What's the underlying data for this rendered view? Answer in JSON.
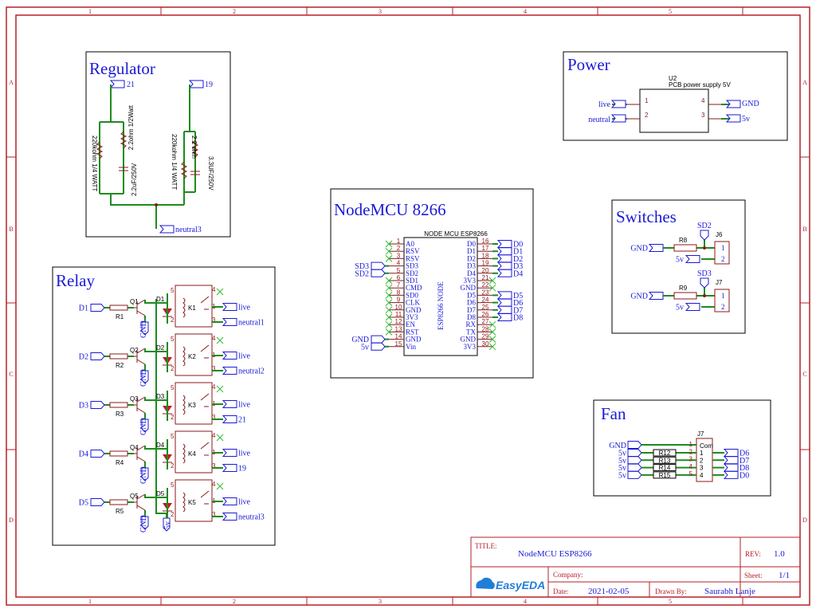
{
  "frame": {
    "cols": [
      "1",
      "2",
      "3",
      "4",
      "5"
    ],
    "rows": [
      "A",
      "B",
      "C",
      "D"
    ]
  },
  "regulator": {
    "title": "Regulator",
    "net_top_left": "21",
    "net_top_right": "19",
    "net_bottom": "neutral3",
    "r_left_a": "220kohm 1/4 WATT",
    "r_left_b": "2.2ohm 1/2Watt",
    "c_left": "2.2uF/250V",
    "r_right_a": "220kohm 1/4 WATT",
    "r_right_b": "2.2 ohm",
    "c_right": "3.3UF/250V"
  },
  "power": {
    "title": "Power",
    "ref": "U2",
    "name": "PCB power supply 5V",
    "left_nets": [
      "live",
      "neutral"
    ],
    "left_pins": [
      "1",
      "2"
    ],
    "right_pins": [
      "4",
      "3"
    ],
    "right_nets": [
      "GND",
      "5v"
    ]
  },
  "nodemcu": {
    "title": "NodeMCU 8266",
    "chip_label": "NODE MCU ESP8266",
    "body_label": "ESP8266 NODE",
    "left_pins": [
      {
        "n": "1",
        "l": "A0"
      },
      {
        "n": "2",
        "l": "RSV"
      },
      {
        "n": "3",
        "l": "RSV"
      },
      {
        "n": "4",
        "l": "SD3"
      },
      {
        "n": "5",
        "l": "SD2"
      },
      {
        "n": "6",
        "l": "SD1"
      },
      {
        "n": "7",
        "l": "CMD"
      },
      {
        "n": "8",
        "l": "SD0"
      },
      {
        "n": "9",
        "l": "CLK"
      },
      {
        "n": "10",
        "l": "GND"
      },
      {
        "n": "11",
        "l": "3V3"
      },
      {
        "n": "12",
        "l": "EN"
      },
      {
        "n": "13",
        "l": "RST"
      },
      {
        "n": "14",
        "l": "GND"
      },
      {
        "n": "15",
        "l": "Vin"
      }
    ],
    "right_pins": [
      {
        "n": "16",
        "l": "D0"
      },
      {
        "n": "17",
        "l": "D1"
      },
      {
        "n": "18",
        "l": "D2"
      },
      {
        "n": "19",
        "l": "D3"
      },
      {
        "n": "20",
        "l": "D4"
      },
      {
        "n": "21",
        "l": "3V3"
      },
      {
        "n": "22",
        "l": "GND"
      },
      {
        "n": "23",
        "l": "D5"
      },
      {
        "n": "24",
        "l": "D6"
      },
      {
        "n": "25",
        "l": "D7"
      },
      {
        "n": "26",
        "l": "D8"
      },
      {
        "n": "27",
        "l": "RX"
      },
      {
        "n": "28",
        "l": "TX"
      },
      {
        "n": "29",
        "l": "GND"
      },
      {
        "n": "30",
        "l": "3V3"
      }
    ],
    "left_nets": {
      "4": "SD3",
      "5": "SD2",
      "14": "GND",
      "15": "5v"
    },
    "right_nets": {
      "16": "D0",
      "17": "D1",
      "18": "D2",
      "19": "D3",
      "20": "D4",
      "23": "D5",
      "24": "D6",
      "25": "D7",
      "26": "D8"
    }
  },
  "switches": {
    "title": "Switches",
    "items": [
      {
        "res": "R8",
        "sd": "SD2",
        "jack": "J6",
        "gnd": "GND",
        "v": "5v",
        "p1": "1",
        "p2": "2"
      },
      {
        "res": "R9",
        "sd": "SD3",
        "jack": "J7",
        "gnd": "GND",
        "v": "5v",
        "p1": "1",
        "p2": "2"
      }
    ]
  },
  "relay": {
    "title": "Relay",
    "gnd": "GND",
    "vcc": "5v",
    "channels": [
      {
        "in": "D1",
        "r": "R1",
        "q": "Q1",
        "d": "D1",
        "k": "K1",
        "out_a": "live",
        "out_b": "neutral1"
      },
      {
        "in": "D2",
        "r": "R2",
        "q": "Q2",
        "d": "D2",
        "k": "K2",
        "out_a": "live",
        "out_b": "neutral2"
      },
      {
        "in": "D3",
        "r": "R3",
        "q": "Q3",
        "d": "D3",
        "k": "K3",
        "out_a": "live",
        "out_b": "21"
      },
      {
        "in": "D4",
        "r": "R4",
        "q": "Q4",
        "d": "D4",
        "k": "K4",
        "out_a": "live",
        "out_b": "19"
      },
      {
        "in": "D5",
        "r": "R5",
        "q": "Q5",
        "d": "D5",
        "k": "K5",
        "out_a": "live",
        "out_b": "neutral3"
      }
    ],
    "pins": {
      "p1": "1",
      "p2": "2",
      "p3": "3",
      "p4": "4",
      "p5": "5"
    }
  },
  "fan": {
    "title": "Fan",
    "ref": "J7",
    "com": "Com",
    "gnd": "GND",
    "rows": [
      {
        "v": "5v",
        "r": "R12",
        "n": "1",
        "out": "D6"
      },
      {
        "v": "5v",
        "r": "R13",
        "n": "2",
        "out": "D7"
      },
      {
        "v": "5v",
        "r": "R14",
        "n": "3",
        "out": "D8"
      },
      {
        "v": "5v",
        "r": "R15",
        "n": "4",
        "out": "D0"
      }
    ],
    "pins": [
      "1",
      "2",
      "3",
      "4",
      "5"
    ]
  },
  "titleblock": {
    "title_label": "TITLE:",
    "title": "NodeMCU ESP8266",
    "rev_label": "REV:",
    "rev": "1.0",
    "company_label": "Company:",
    "company": "",
    "sheet_label": "Sheet:",
    "sheet": "1/1",
    "date_label": "Date:",
    "date": "2021-02-05",
    "drawn_label": "Drawn By:",
    "drawn": "Saurabh Lanje",
    "logo": "EasyEDA"
  },
  "colors": {
    "frame": "#b5202a",
    "title": "#1a1ad6",
    "wire": "#1f8a1f",
    "pin": "#8b1a1a"
  }
}
